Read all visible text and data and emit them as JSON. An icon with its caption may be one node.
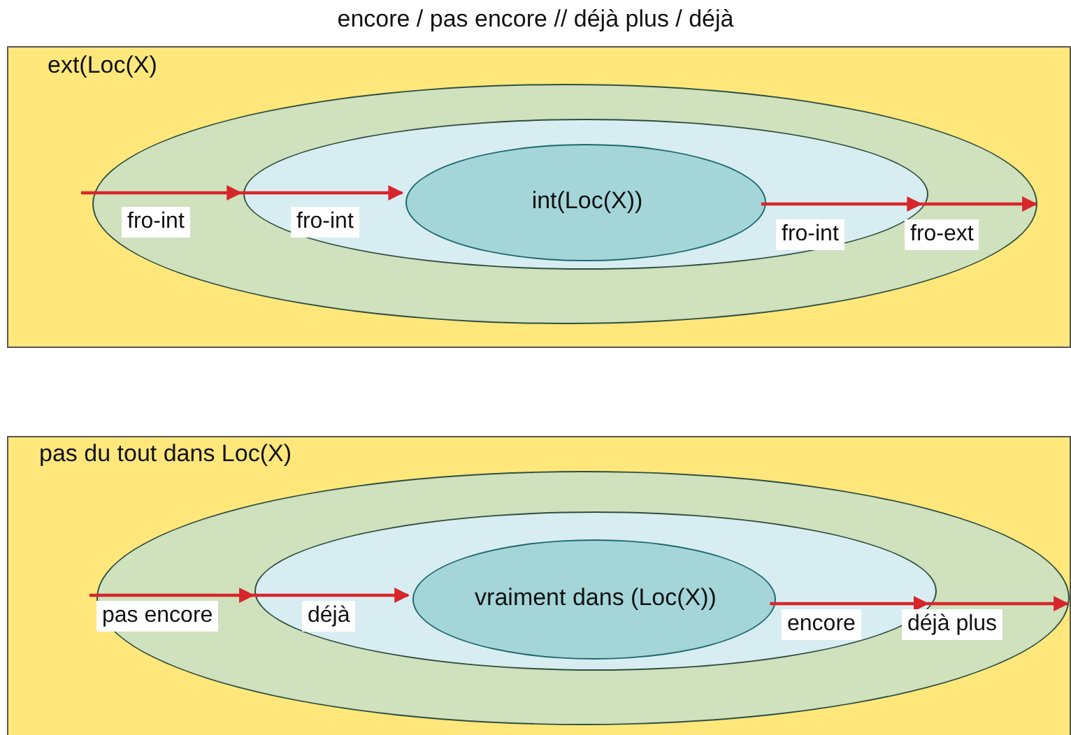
{
  "diagram": {
    "title": "encore / pas encore // déjà plus / déjà",
    "nodes": [
      {
        "text": [
          "ext(Loc(X)"
        ]
      },
      {
        "text": [],
        "shape": "ellipse",
        "in": 0
      },
      {
        "text": [],
        "shape": "ellipse",
        "in": 1
      },
      {
        "text": [
          "int(Loc(X))"
        ],
        "in": 2
      },
      {
        "text": [
          "pas du tout dans Loc(X)"
        ]
      },
      {
        "text": [],
        "shape": "ellipse",
        "in": 4
      },
      {
        "text": [],
        "shape": "ellipse",
        "in": 5
      },
      {
        "text": [
          "vraiment dans (Loc(X))"
        ],
        "in": 6
      }
    ],
    "edges": [
      {
        "from": null,
        "to": 2,
        "arrow": "to",
        "label": "fro-int"
      },
      {
        "from": 2,
        "to": 3,
        "arrow": "to",
        "label": "fro-int"
      },
      {
        "from": 3,
        "to": 2,
        "arrow": "to",
        "label": "fro-int"
      },
      {
        "from": 2,
        "to": 1,
        "arrow": "to",
        "label": "fro-ext"
      },
      {
        "from": null,
        "to": 6,
        "arrow": "to",
        "label": "pas encore"
      },
      {
        "from": 6,
        "to": 7,
        "arrow": "to",
        "label": "déjà"
      },
      {
        "from": 7,
        "to": 6,
        "arrow": "to",
        "label": "encore"
      },
      {
        "from": 6,
        "to": 5,
        "arrow": "to",
        "label": "déjà plus"
      }
    ]
  }
}
